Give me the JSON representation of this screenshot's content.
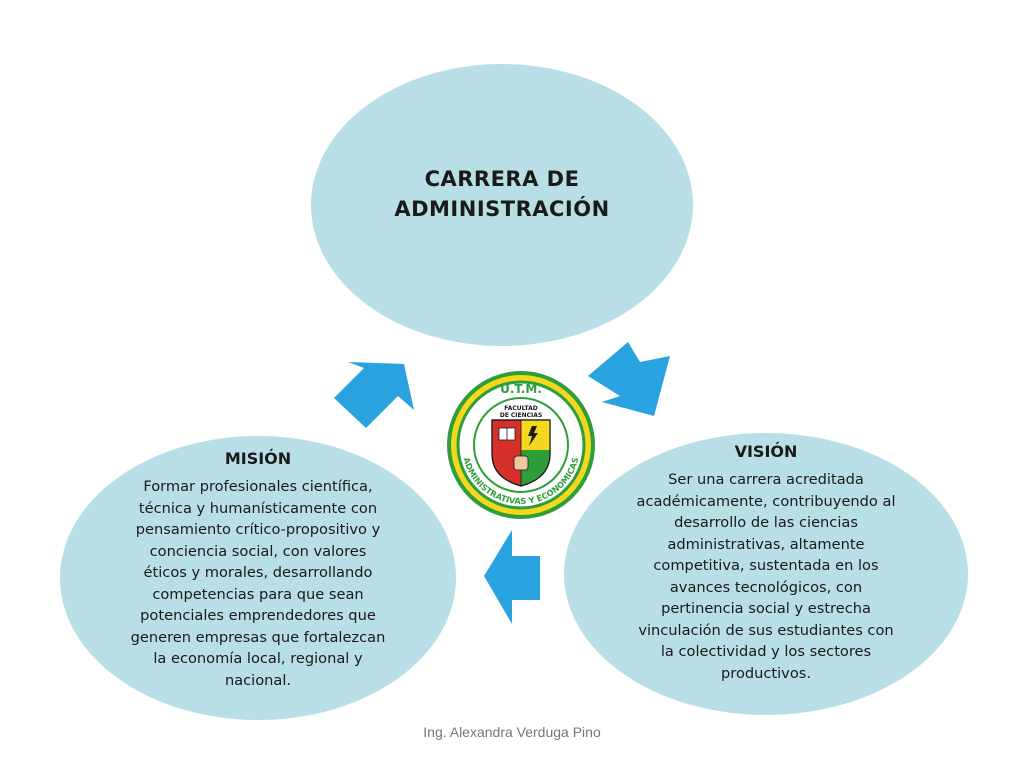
{
  "colors": {
    "ellipse_fill": "#b8dfe5",
    "arrow_fill": "#29a3e0",
    "logo_green": "#2e9e3b",
    "logo_yellow": "#f4d81e",
    "logo_red": "#d7302a"
  },
  "center_node": {
    "title_line1": "CARRERA DE",
    "title_line2": "ADMINISTRACIÓN"
  },
  "mision": {
    "heading": "MISIÓN",
    "lines": [
      "Formar profesionales científica,",
      "técnica y humanísticamente con",
      "pensamiento crítico-propositivo y",
      "conciencia social, con valores",
      "éticos y morales, desarrollando",
      "competencias para que sean",
      "potenciales emprendedores que",
      "generen empresas que fortalezcan",
      "la economía local, regional y",
      "nacional."
    ]
  },
  "vision": {
    "heading": "VISIÓN",
    "lines": [
      "Ser una carrera acreditada",
      "académicamente, contribuyendo al",
      "desarrollo de las ciencias",
      "administrativas, altamente",
      "competitiva, sustentada en los",
      "avances tecnológicos, con",
      "pertinencia social y estrecha",
      "vinculación de sus estudiantes con",
      "la colectividad y los sectores",
      "productivos."
    ]
  },
  "logo": {
    "top_text": "U.T.M.",
    "inner_text_1": "FACULTAD",
    "inner_text_2": "DE CIENCIAS",
    "ring_text": "ADMINISTRATIVAS Y ECONOMICAS"
  },
  "footer": {
    "author": "Ing. Alexandra Verduga Pino"
  }
}
